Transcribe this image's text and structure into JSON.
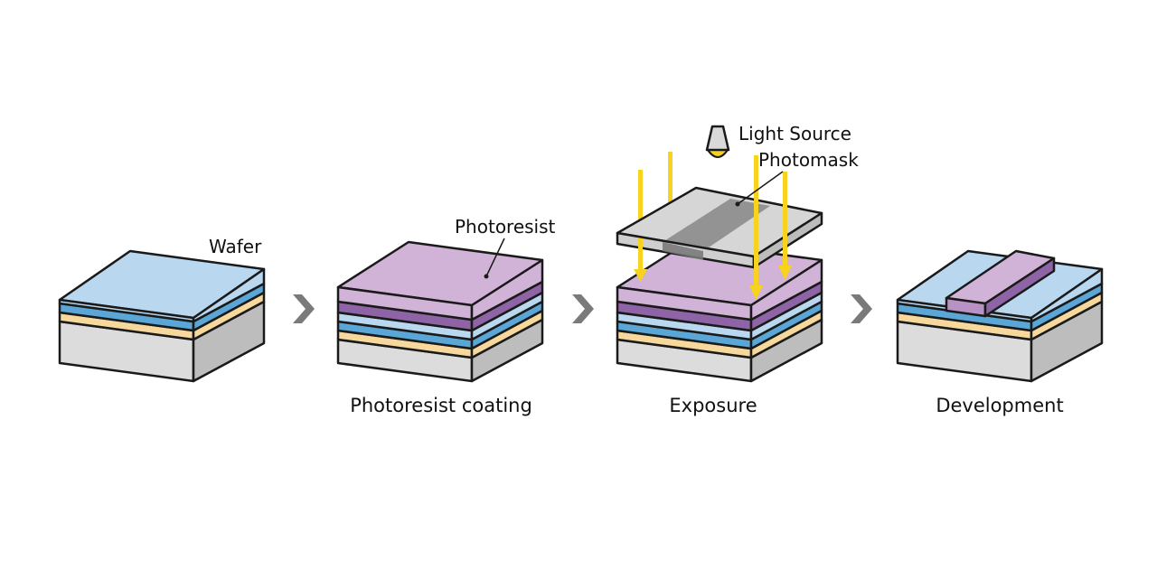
{
  "diagram": {
    "labels": {
      "wafer": "Wafer",
      "photoresist": "Photoresist",
      "light_source": "Light Source",
      "photomask": "Photomask"
    },
    "steps": [
      {
        "caption": "Photoresist coating"
      },
      {
        "caption": "Exposure"
      },
      {
        "caption": "Development"
      }
    ],
    "colors": {
      "outline": "#1a1a1a",
      "substrate_top": "#e3e3e3",
      "substrate_front": "#d4d4d4",
      "substrate_side": "#bdbdbd",
      "orange_layer": "#f6d79c",
      "blue_layer": "#5aa6d6",
      "top_blue": "#b9d8ef",
      "photoresist_top": "#d2b3d8",
      "photoresist_edge": "#8e64a6",
      "mask_glass": "#d6d6d6",
      "mask_dark": "#8c8c8c",
      "light_beam": "#f7d21e",
      "arrow": "#7a7a7a"
    }
  }
}
